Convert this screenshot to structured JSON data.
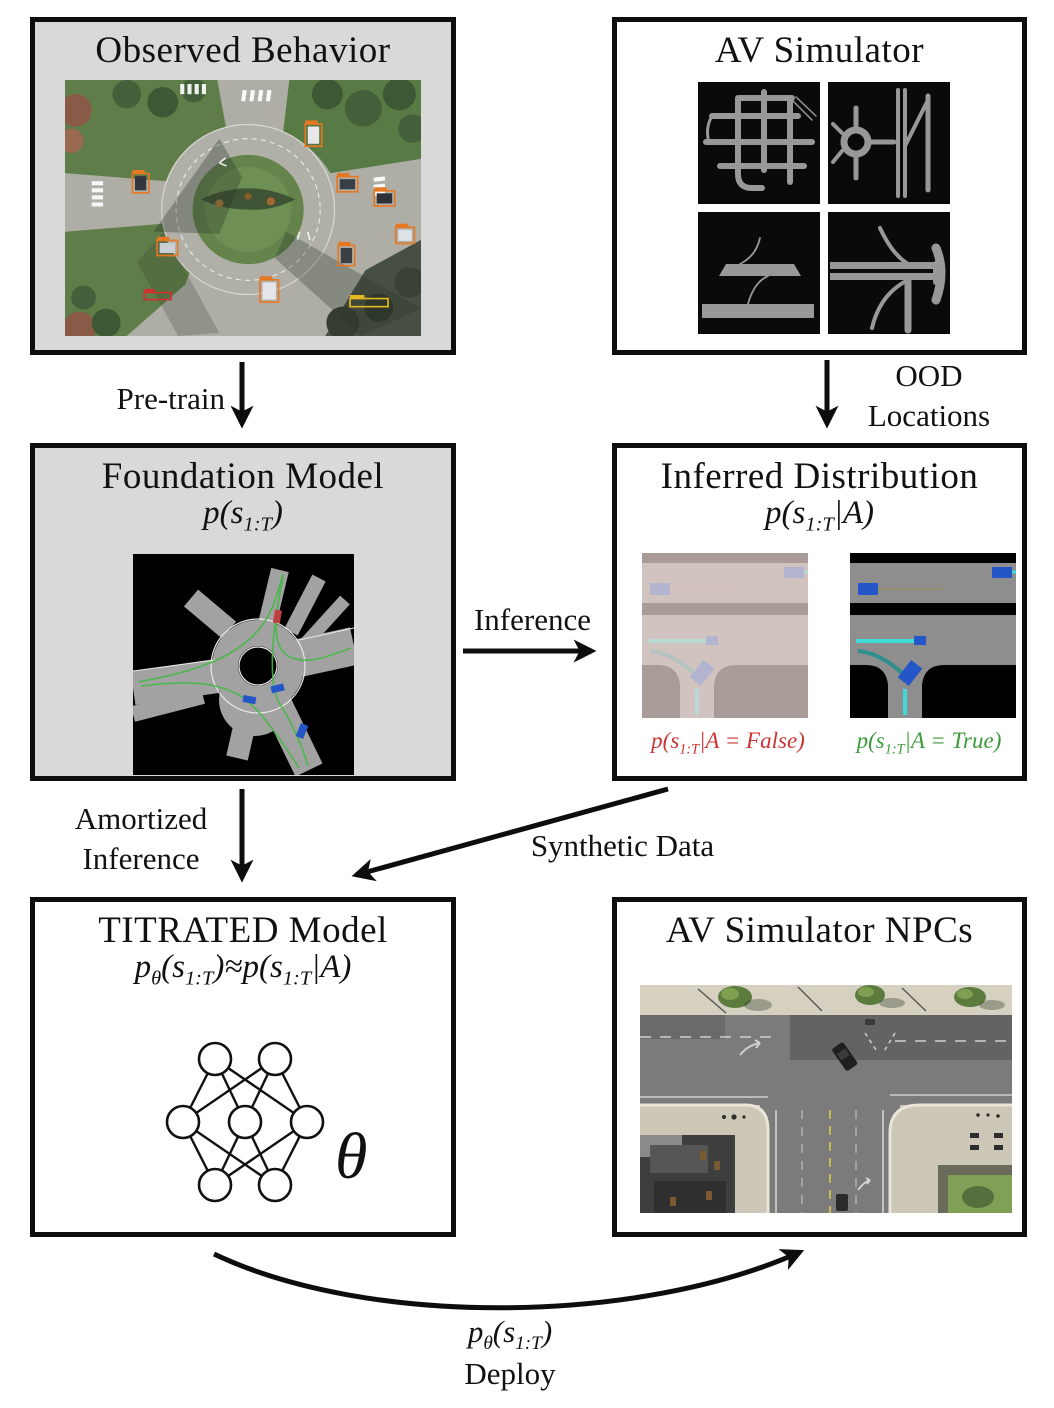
{
  "diagram": {
    "observed_behavior": {
      "title": "Observed Behavior"
    },
    "av_simulator": {
      "title": "AV Simulator"
    },
    "foundation_model": {
      "title": "Foundation Model",
      "formula": "p(s_{1:T})"
    },
    "inferred_distribution": {
      "title": "Inferred Distribution",
      "formula": "p(s_{1:T}|A)",
      "false_label": "p(s_{1:T}|A = False)",
      "true_label": "p(s_{1:T}|A = True)"
    },
    "titrated_model": {
      "title": "TITRATED Model",
      "formula": "p_{θ}(s_{1:T})≈p(s_{1:T}|A)",
      "theta_symbol": "θ"
    },
    "av_simulator_npcs": {
      "title": "AV Simulator NPCs"
    },
    "arrows": {
      "pretrain_label": "Pre-train",
      "ood_label_line1": "OOD",
      "ood_label_line2": "Locations",
      "inference_label": "Inference",
      "amortized_label_line1": "Amortized",
      "amortized_label_line2": "Inference",
      "synthetic_label": "Synthetic Data",
      "deploy_formula": "p_{θ}(s_{1:T})",
      "deploy_label": "Deploy"
    },
    "colors": {
      "box_gray_bg": "#d9d9d9",
      "false_label_red": "#cc3333",
      "true_label_green": "#3a9a3a",
      "trajectory_green": "#44b944",
      "trajectory_cyan": "#3fd9d9",
      "vehicle_blue": "#2456c8",
      "vehicle_red": "#c04040",
      "bbox_orange": "#e87722"
    }
  }
}
